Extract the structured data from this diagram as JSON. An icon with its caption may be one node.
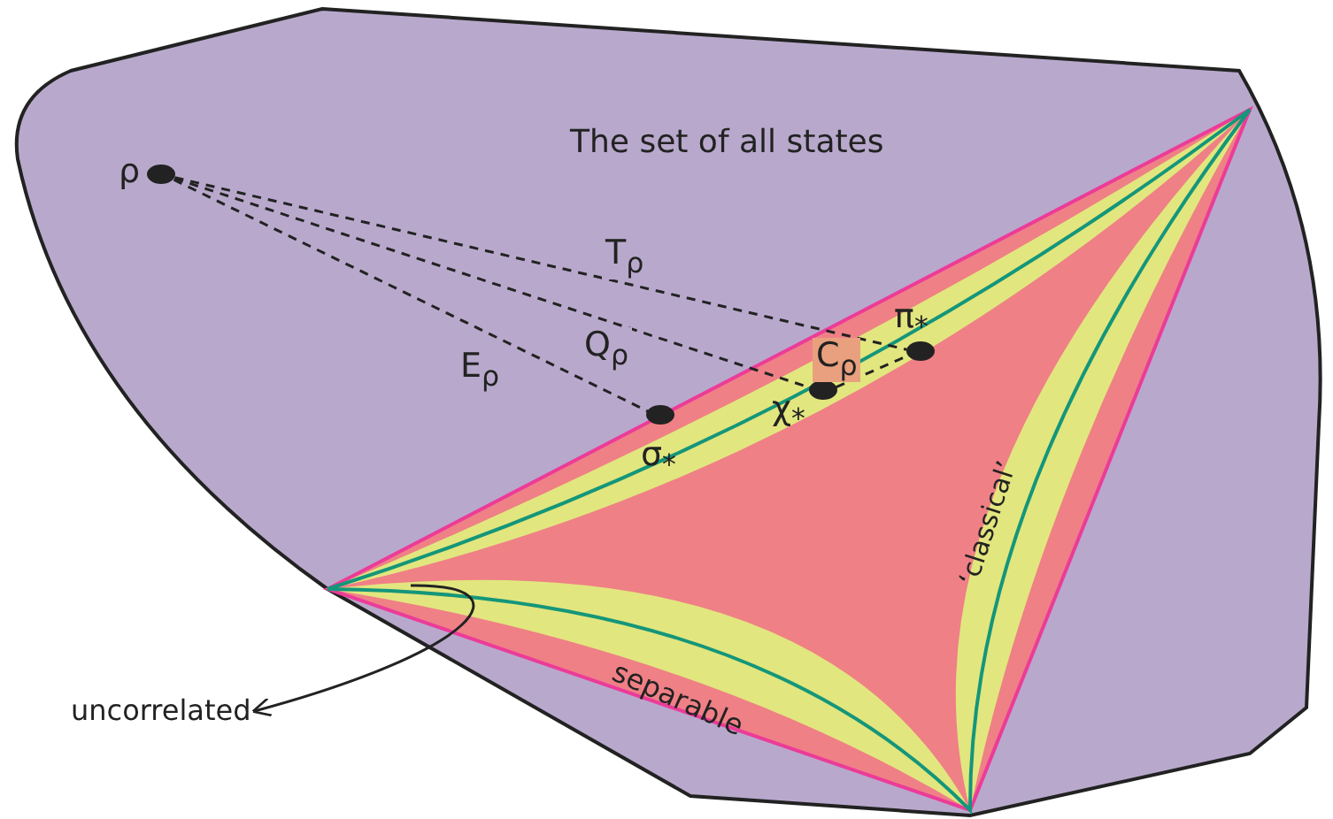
{
  "diagram": {
    "nodes": [
      {
        "text": [
          "The set of all states"
        ]
      },
      {
        "text": [
          "separable"
        ],
        "in": 0
      },
      {
        "text": [
          "ρ"
        ],
        "in": 0
      },
      {
        "text": [
          "σ$_{*}$"
        ],
        "in": 1
      },
      {
        "text": [
          "χ$_{*}$"
        ],
        "in": 1
      },
      {
        "text": [
          "π$_{*}$"
        ],
        "in": 1
      },
      {
        "text": [
          "uncorrelated"
        ]
      }
    ],
    "edges": [
      {
        "from": 2,
        "to": 5,
        "arrow": "none",
        "style": "dashed",
        "label": "T$_{ρ}$"
      },
      {
        "from": 2,
        "to": 4,
        "arrow": "none",
        "style": "dashed",
        "label": "Q$_{ρ}$"
      },
      {
        "from": 2,
        "to": 3,
        "arrow": "none",
        "style": "dashed",
        "label": "E$_{ρ}$"
      },
      {
        "from": 4,
        "to": 5,
        "arrow": "none",
        "style": "dashed",
        "label": "C$_{ρ}$"
      },
      {
        "from": null,
        "to": 6,
        "arrow": "to"
      }
    ],
    "labels": [
      "‘classical’"
    ]
  }
}
